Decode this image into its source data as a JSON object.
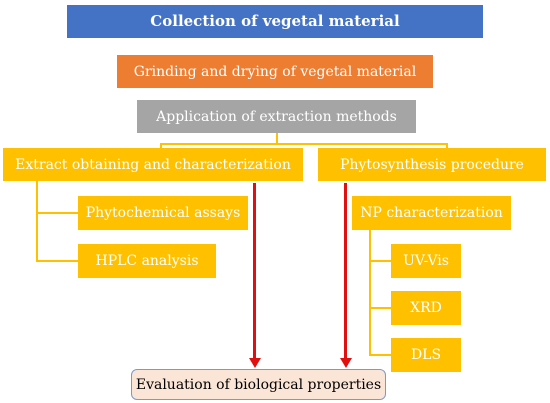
{
  "diagram": {
    "collection": "Collection of vegetal material",
    "grinding": "Grinding and drying of vegetal material",
    "extraction": "Application of extraction methods",
    "extract_obtaining": "Extract obtaining and characterization",
    "phytosynthesis": "Phytosynthesis procedure",
    "phytochemical": "Phytochemical assays",
    "hplc": "HPLC analysis",
    "np_characterization": "NP characterization",
    "uv_vis": "UV-Vis",
    "xrd": "XRD",
    "dls": "DLS",
    "evaluation": "Evaluation of biological properties"
  },
  "colors": {
    "blue": "#4472c4",
    "orange": "#ed7d31",
    "gray": "#a5a5a5",
    "yellow": "#ffc000",
    "pink": "#fbe5d6",
    "red_arrow": "#e01010"
  }
}
